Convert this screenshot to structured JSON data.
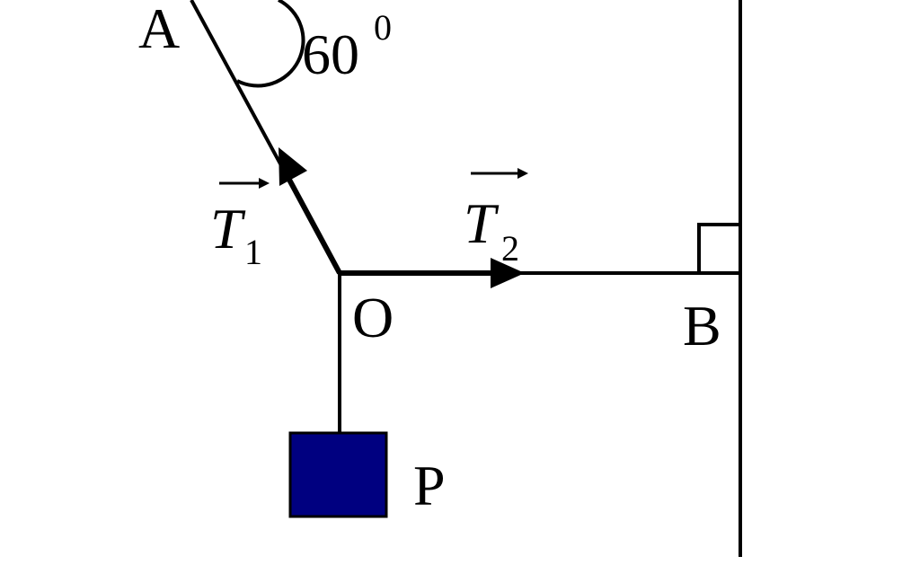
{
  "points": {
    "a": "A",
    "o": "O",
    "b": "B",
    "p": "P"
  },
  "angle": {
    "value": "60",
    "superscript": "0"
  },
  "vectors": {
    "t1": {
      "letter": "T",
      "index": "1"
    },
    "t2": {
      "letter": "T",
      "index": "2"
    }
  },
  "colors": {
    "block": "#000080",
    "line": "#000000"
  }
}
